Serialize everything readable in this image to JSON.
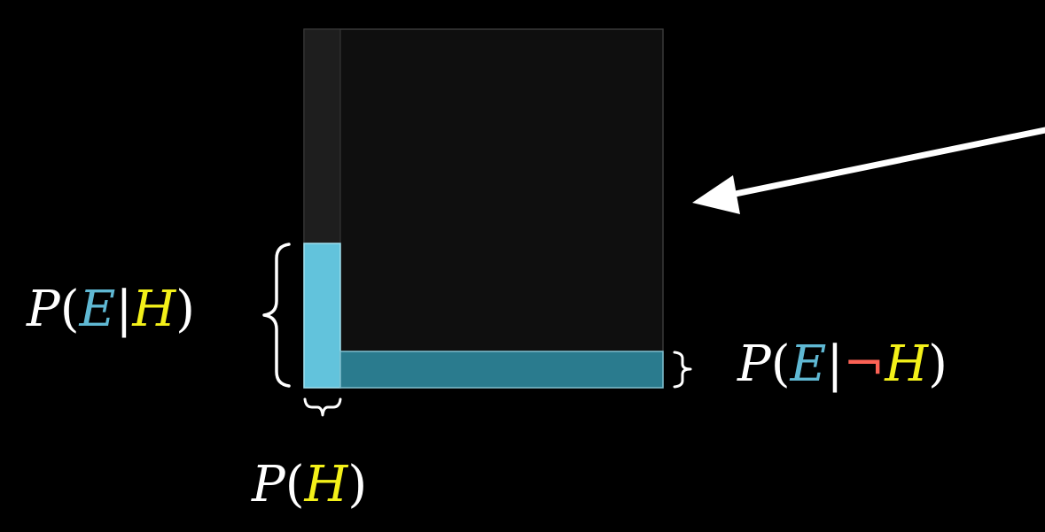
{
  "colors": {
    "background": "#000000",
    "square_fill": "#0f0f0f",
    "square_border": "#3a3a3a",
    "h_column_fill": "#1e1e1e",
    "e_given_h": "#62c3dc",
    "e_given_not_h": "#2a7b8e",
    "e_letter": "#5fb8d3",
    "h_letter": "#f3f019",
    "not_symbol": "#fc6255",
    "text": "#ffffff",
    "arrow": "#ffffff"
  },
  "labels": {
    "p_e_given_h": {
      "p": "P",
      "open": "(",
      "e": "E",
      "bar": "|",
      "h": "H",
      "close": ")"
    },
    "p_e_given_not_h": {
      "p": "P",
      "open": "(",
      "e": "E",
      "bar": "|",
      "not": "¬",
      "h": "H",
      "close": ")"
    },
    "p_h": {
      "p": "P",
      "open": "(",
      "h": "H",
      "close": ")"
    }
  },
  "icons": {
    "left_brace": "left-curly-brace-icon",
    "right_brace": "right-curly-brace-icon",
    "bottom_brace": "bottom-curly-brace-icon",
    "arrow": "arrow-left-icon"
  }
}
